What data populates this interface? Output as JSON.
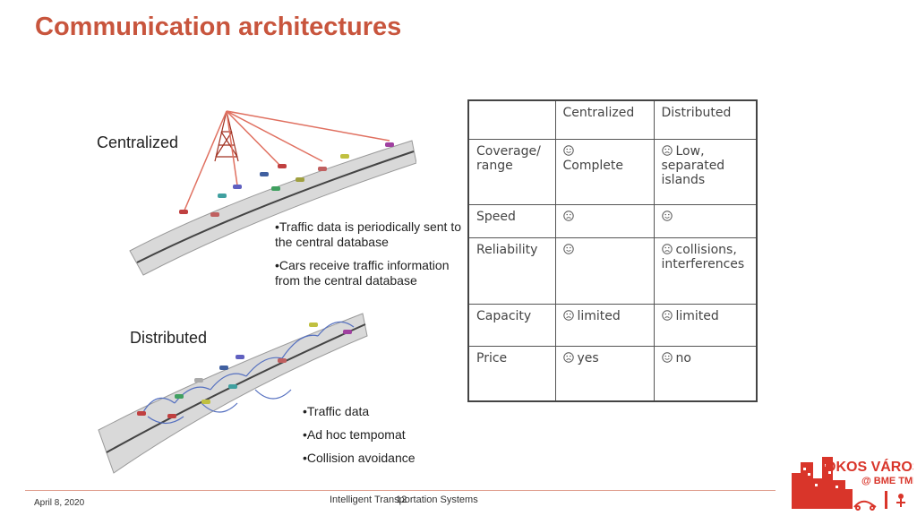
{
  "title": "Communication architectures",
  "centralized_label": "Centralized",
  "distributed_label": "Distributed",
  "centralized_bullets": [
    "•Traffic data is periodically sent to the central database",
    "•Cars receive traffic information from the central database"
  ],
  "distributed_bullets": [
    "•Traffic data",
    "•Ad hoc tempomat",
    "•Collision avoidance"
  ],
  "table": {
    "headers": [
      "",
      "Centralized",
      "Distributed"
    ],
    "rows": [
      {
        "label": "Coverage/ range",
        "c_face": "smile",
        "c_text": "Complete",
        "d_face": "frown",
        "d_text": "Low, separated islands"
      },
      {
        "label": "Speed",
        "c_face": "frown",
        "c_text": "",
        "d_face": "smile",
        "d_text": ""
      },
      {
        "label": "Reliability",
        "c_face": "smile",
        "c_text": "",
        "d_face": "frown",
        "d_text": "collisions, interferences"
      },
      {
        "label": "Capacity",
        "c_face": "frown",
        "c_text": "limited",
        "d_face": "frown",
        "d_text": "limited"
      },
      {
        "label": "Price",
        "c_face": "frown",
        "c_text": "yes",
        "d_face": "smile",
        "d_text": "no"
      }
    ]
  },
  "footer": {
    "date": "April 8, 2020",
    "title": "Intelligent Transportation Systems",
    "page": "12"
  },
  "logo": {
    "line1": "OKOS VÁROS",
    "line2": "@ BME TMIT"
  },
  "colors": {
    "title": "#c8553d",
    "accent": "#d9352a"
  }
}
